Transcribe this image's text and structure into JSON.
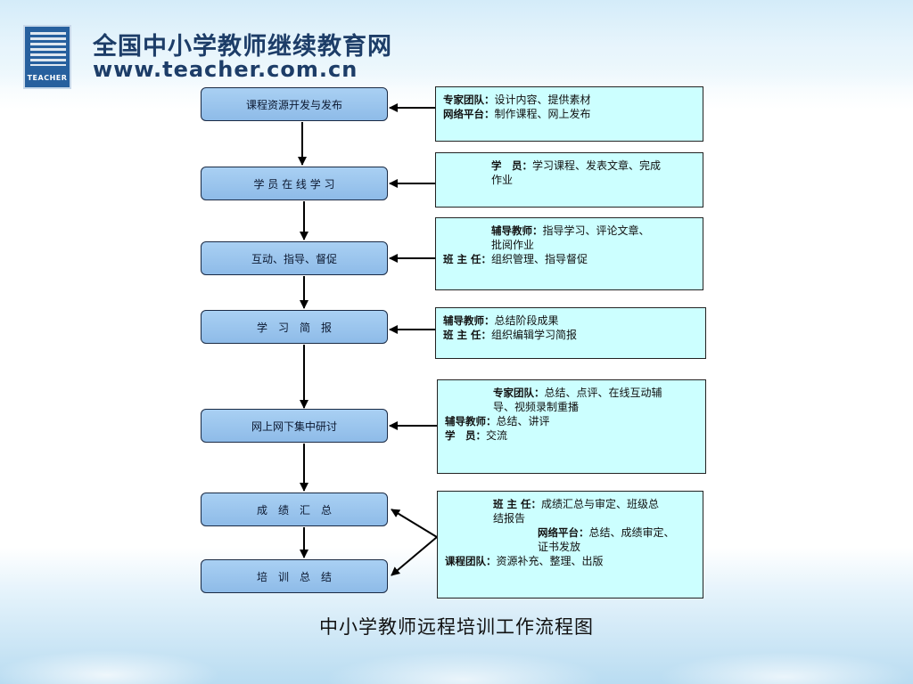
{
  "header": {
    "site_title": "全国中小学教师继续教育网",
    "site_url": "www.teacher.com.cn",
    "logo_text": "TEACHER"
  },
  "steps": [
    "课程资源开发与发布",
    "学 员 在 线 学 习",
    "互动、指导、督促",
    "学　习　简　报",
    "网上网下集中研讨",
    "成　绩　汇　总",
    "培　训　总　结"
  ],
  "notes": {
    "n1": {
      "l1": {
        "role": "专家团队：",
        "text": "设计内容、提供素材"
      },
      "l2": {
        "role": "网络平台：",
        "text": "制作课程、网上发布"
      }
    },
    "n2": {
      "l1": {
        "role": "学　员：",
        "text": "学习课程、发表文章、完成"
      },
      "l1b": "作业"
    },
    "n3": {
      "l1": {
        "role": "辅导教师：",
        "text": "指导学习、评论文章、"
      },
      "l1b": "批阅作业",
      "l2": {
        "role": "班 主 任：",
        "text": "组织管理、指导督促"
      }
    },
    "n4": {
      "l1": {
        "role": "辅导教师：",
        "text": "总结阶段成果"
      },
      "l2": {
        "role": "班 主 任：",
        "text": "组织编辑学习简报"
      }
    },
    "n5": {
      "l1": {
        "role": "专家团队：",
        "text": "总结、点评、在线互动辅"
      },
      "l1b": "导、视频录制重播",
      "l2": {
        "role": "辅导教师：",
        "text": "总结、讲评"
      },
      "l3": {
        "role": "学　员：",
        "text": "交流"
      }
    },
    "n6": {
      "l1": {
        "role": "班 主 任：",
        "text": "成绩汇总与审定、班级总"
      },
      "l1b": "结报告",
      "l2": {
        "role": "网络平台：",
        "text": "总结、成绩审定、"
      },
      "l2b": "证书发放",
      "l3": {
        "role": "课程团队：",
        "text": "资源补充、整理、出版"
      }
    }
  },
  "caption": "中小学教师远程培训工作流程图",
  "colors": {
    "step_fill": "#9cc6ee",
    "note_fill": "#ccffff",
    "arrow": "#000000"
  }
}
